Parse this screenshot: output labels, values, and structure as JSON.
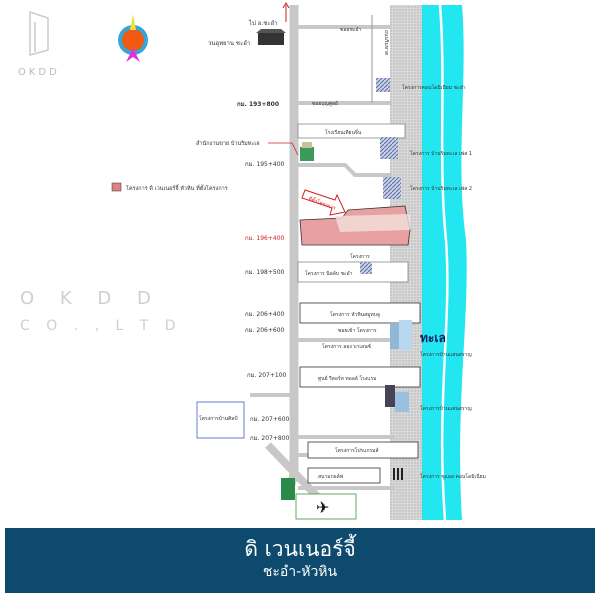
{
  "logo": {
    "text": "OKDD"
  },
  "watermark": {
    "line1": "O K D D",
    "line2": "C O . , L T D"
  },
  "colors": {
    "sea": "#22e6f0",
    "road": "#c8c8c8",
    "project": "#e8a0a0",
    "banner": "#0d4a6e",
    "km_highlight": "#d02020"
  },
  "map": {
    "to_north": "ไป อ.ชะอำ",
    "park": "วนอุทยาน ชะอำ",
    "sales_office": "สำนักงานขาย บ้านริมทะเล",
    "legend_project": "โครงการ ดิ เวนเนอร์จี้ หัวหิน ที่ตั้งโครงการ",
    "site_arrow": "ที่ตั้งโครงการ",
    "sea": "ทะเล",
    "km_markers": [
      "กม. 193+800",
      "กม. 195+400",
      "กม. 196+400",
      "กม. 198+500",
      "กม. 206+400",
      "กม. 206+600",
      "กม. 207+100",
      "กม. 207+600",
      "กม. 207+800"
    ],
    "roads": [
      "ซอยชะอำ",
      "ซอยบุญศูลย์",
      "ถนนริมหาด"
    ],
    "places": [
      "โรงเรียนเทียนจิ๋น",
      "โครงการ บ้านริมทะเล เฟส 1",
      "โครงการ บ้านริมทะเล เฟส 2",
      "โครงการคอนโดมิเนียม ชะอำ",
      "โครงการ",
      "โครงการ นิลล์บ ชะอำ",
      "โครงการ หัวหินสมูทบลู",
      "ซอยเข้า โครงการ",
      "โครงการ ลอง บาเลนซ์",
      "โครงการบ้านแสนสราญ",
      "ศูนย์ รีสอร์ท ทอลล์ โรงแรม",
      "โครงการบ้านแสนสราญ",
      "โครงการบ้านศิลป์",
      "โครงการโปรแกรมส์",
      "โครงการ ชูแอล คอนโดมิเนียม",
      "สนามกอล์ฟ"
    ]
  },
  "banner": {
    "title": "ดิ เวนเนอร์จี้",
    "subtitle": "ชะอำ-หัวหิน"
  }
}
